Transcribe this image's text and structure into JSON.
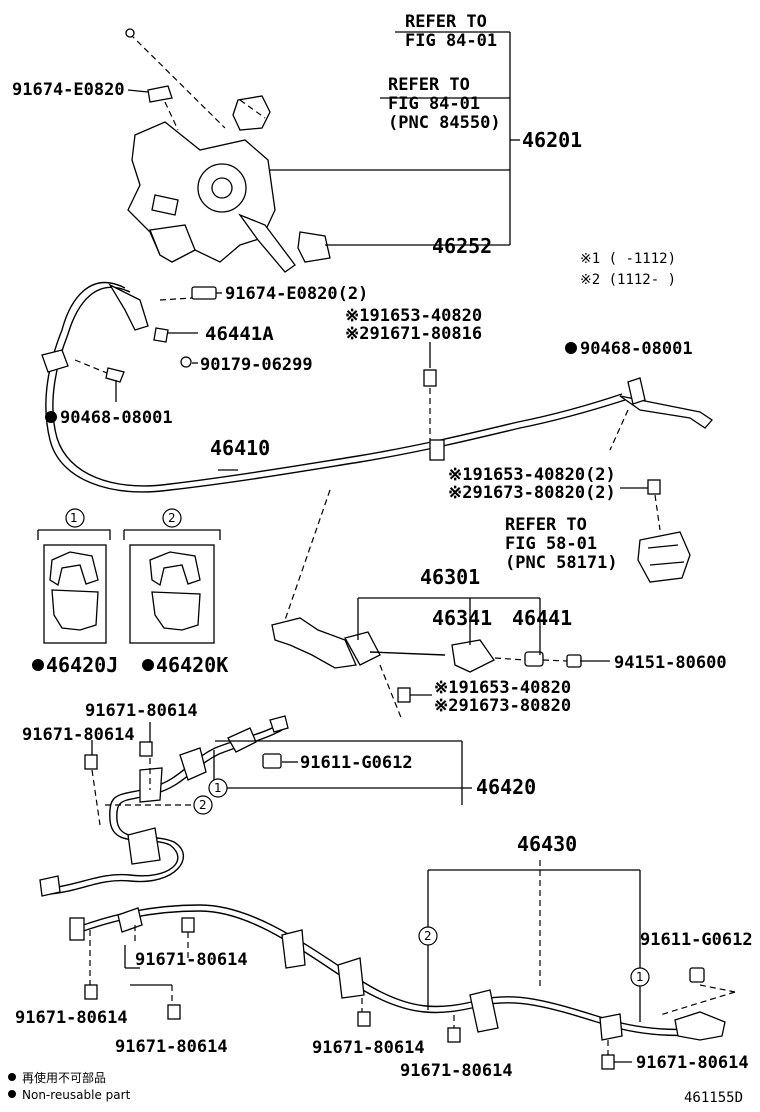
{
  "callouts": {
    "refer_1": [
      "REFER TO",
      "FIG 84-01"
    ],
    "refer_2": [
      "REFER TO",
      "FIG 84-01",
      "(PNC 84550)"
    ],
    "refer_3": [
      "REFER TO",
      "FIG 58-01",
      "(PNC 58171)"
    ],
    "p46201": "46201",
    "p46252": "46252",
    "p91674_a": "91674-E0820",
    "p91674_b": "91674-E0820(2)",
    "p46441A": "46441A",
    "p90179": "90179-06299",
    "p90468_a": "90468-08001",
    "p90468_b": "90468-08001",
    "p46410": "46410",
    "p91653_a_1": "※191653-40820",
    "p91653_a_2": "※291671-80816",
    "p91653_b_1": "※191653-40820(2)",
    "p91653_b_2": "※291673-80820(2)",
    "p46301": "46301",
    "p46341": "46341",
    "p46441": "46441",
    "p94151": "94151-80600",
    "p91653_c_1": "※191653-40820",
    "p91653_c_2": "※291673-80820",
    "p46420J": "46420J",
    "p46420K": "46420K",
    "p91671_a": "91671-80614",
    "p91671_b": "91671-80614",
    "p91611_a": "91611-G0612",
    "p46420": "46420",
    "p46430": "46430",
    "p91611_b": "91611-G0612",
    "p91671_c": "91671-80614",
    "p91671_d": "91671-80614",
    "p91671_e": "91671-80614",
    "p91671_f": "91671-80614",
    "p91671_g": "91671-80614",
    "p91671_h": "91671-80614"
  },
  "variant_notes": {
    "note1": "※1 (   -1112)",
    "note2": "※2 (1112-   )"
  },
  "group_markers": {
    "m1": "1",
    "m2": "2"
  },
  "legend": {
    "line1": "再使用不可部品",
    "line2": "Non-reusable part"
  },
  "figure_id": "461155D"
}
